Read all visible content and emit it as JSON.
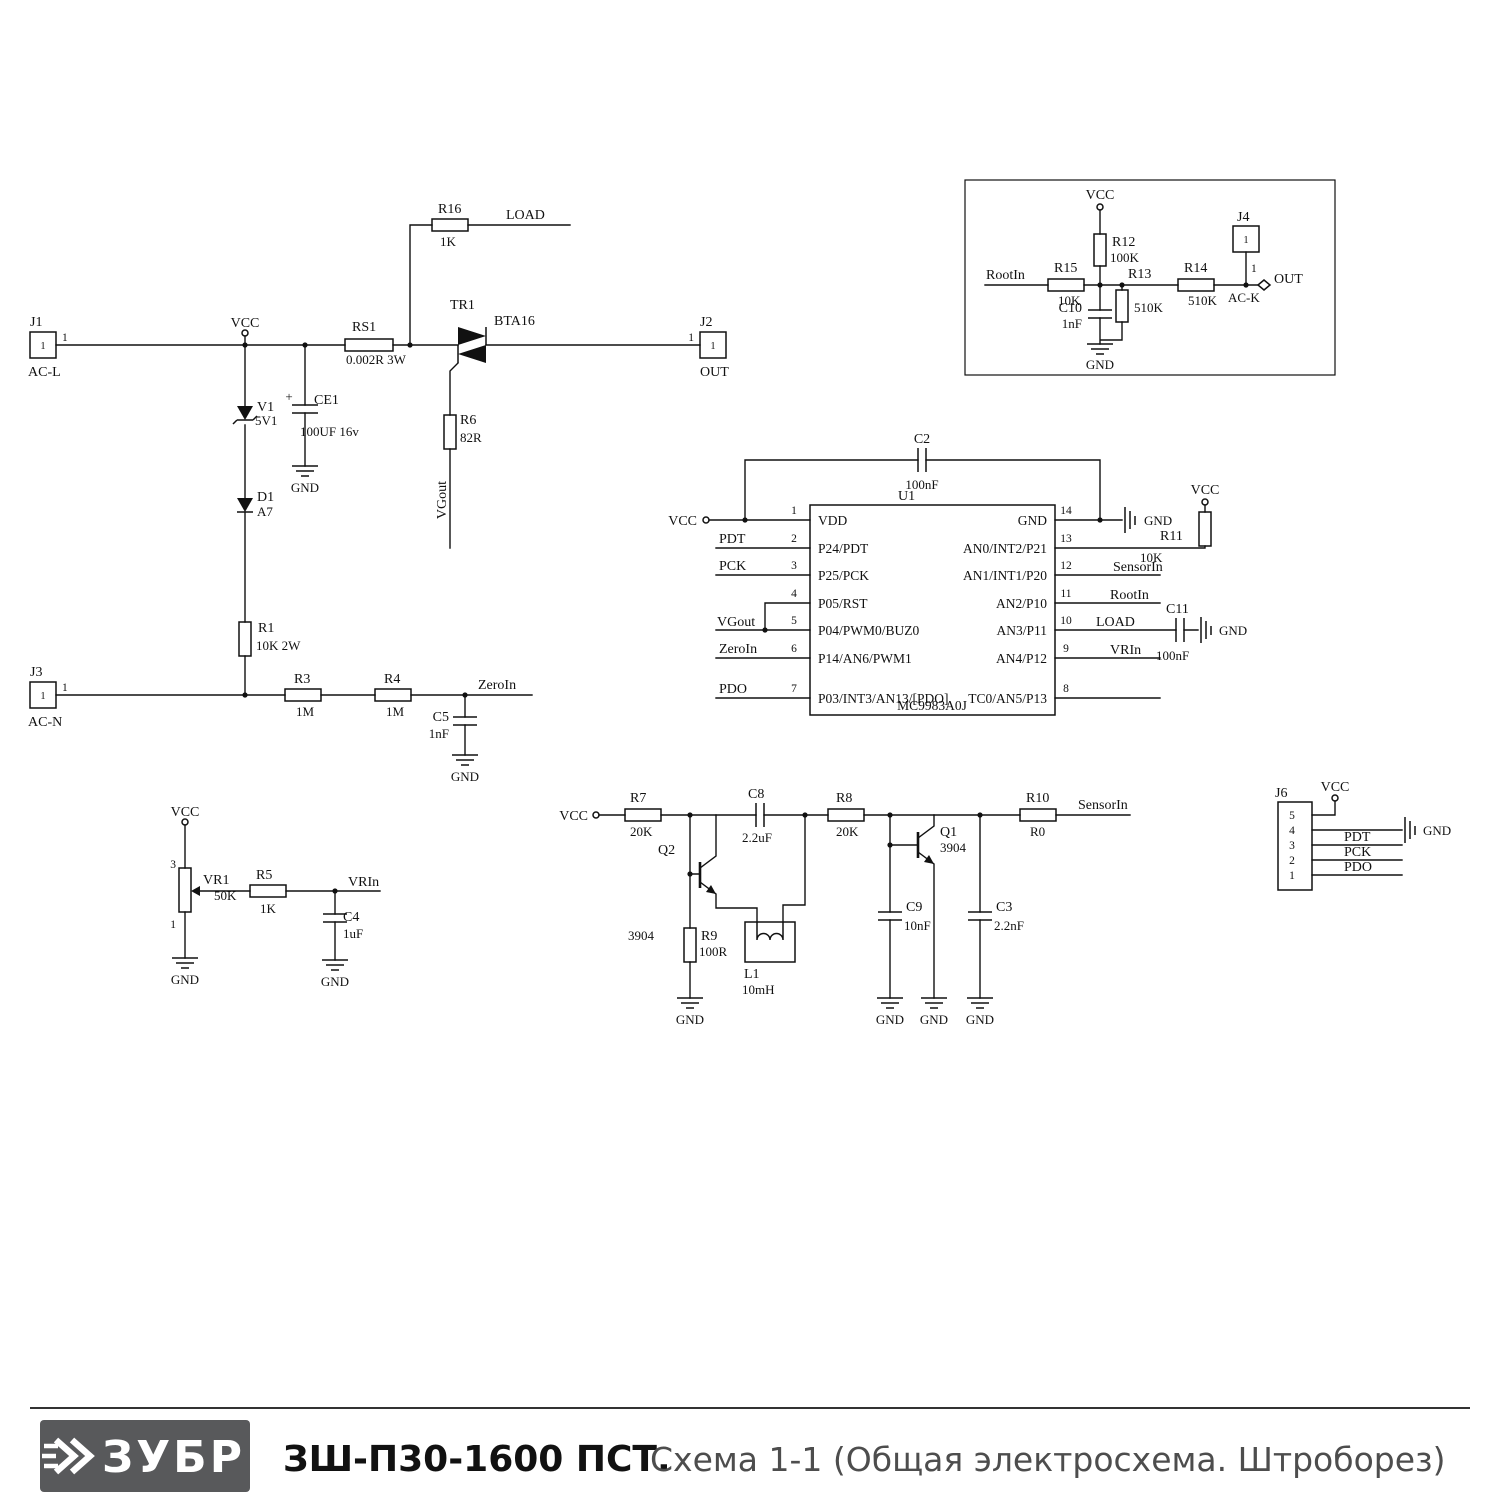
{
  "colors": {
    "ink": "#111111",
    "logo_bg": "#58595B",
    "subtitle_gray": "#4d4d4d"
  },
  "footer": {
    "logo": "ЗУБР",
    "model": "ЗШ-П30-1600 ПСТ.",
    "subtitle": "Схема 1-1 (Общая электросхема. Штроборез)"
  },
  "nets": {
    "vcc": "VCC",
    "gnd": "GND",
    "load": "LOAD",
    "vgout": "VGout",
    "zeroin": "ZeroIn",
    "vrin": "VRIn",
    "sensorin": "SensorIn",
    "rootin": "RootIn",
    "pdt": "PDT",
    "pck": "PCK",
    "pdo": "PDO",
    "out": "OUT"
  },
  "connectors": {
    "j1": {
      "ref": "J1",
      "pin": "1",
      "name": "AC-L"
    },
    "j2": {
      "ref": "J2",
      "pin": "1",
      "name": "OUT"
    },
    "j3": {
      "ref": "J3",
      "pin": "1",
      "name": "AC-N"
    },
    "j4": {
      "ref": "J4",
      "pin": "1",
      "name": "AC-K"
    },
    "j6": {
      "ref": "J6",
      "pins": [
        "5",
        "4",
        "3",
        "2",
        "1"
      ]
    }
  },
  "components": {
    "rs1": {
      "ref": "RS1",
      "value": "0.002R 3W"
    },
    "r1": {
      "ref": "R1",
      "value": "10K 2W"
    },
    "r3": {
      "ref": "R3",
      "value": "1M"
    },
    "r4": {
      "ref": "R4",
      "value": "1M"
    },
    "r5": {
      "ref": "R5",
      "value": "1K"
    },
    "r6": {
      "ref": "R6",
      "value": "82R"
    },
    "r7": {
      "ref": "R7",
      "value": "20K"
    },
    "r8": {
      "ref": "R8",
      "value": "20K"
    },
    "r9": {
      "ref": "R9",
      "value": "100R"
    },
    "r10": {
      "ref": "R10",
      "value": "R0"
    },
    "r11": {
      "ref": "R11",
      "value": "10K"
    },
    "r12": {
      "ref": "R12",
      "value": "100K"
    },
    "r13": {
      "ref": "R13",
      "value": "510K"
    },
    "r14": {
      "ref": "R14",
      "value": "510K"
    },
    "r15": {
      "ref": "R15",
      "value": "10K"
    },
    "r16": {
      "ref": "R16",
      "value": "1K"
    },
    "c2": {
      "ref": "C2",
      "value": "100nF"
    },
    "c3": {
      "ref": "C3",
      "value": "2.2nF"
    },
    "c4": {
      "ref": "C4",
      "value": "1uF"
    },
    "c5": {
      "ref": "C5",
      "value": "1nF"
    },
    "c8": {
      "ref": "C8",
      "value": "2.2uF"
    },
    "c9": {
      "ref": "C9",
      "value": "10nF"
    },
    "c10": {
      "ref": "C10",
      "value": "1nF"
    },
    "c11": {
      "ref": "C11",
      "value": "100nF"
    },
    "ce1": {
      "ref": "CE1",
      "plus": "+",
      "value": "100UF 16v"
    },
    "v1": {
      "ref": "V1",
      "value": "5V1"
    },
    "d1": {
      "ref": "D1",
      "value": "A7"
    },
    "tr1": {
      "ref": "TR1",
      "value": "BTA16"
    },
    "q1": {
      "ref": "Q1",
      "value": "3904"
    },
    "q2": {
      "ref": "Q2",
      "value": "3904"
    },
    "vr1": {
      "ref": "VR1",
      "value": "50K",
      "pin_top": "3",
      "pin_bottom": "1"
    },
    "l1": {
      "ref": "L1",
      "value": "10mH"
    }
  },
  "u1": {
    "ref": "U1",
    "part": "MC9983A0J",
    "left_pins": [
      {
        "num": "1",
        "name": "VDD"
      },
      {
        "num": "2",
        "name": "P24/PDT"
      },
      {
        "num": "3",
        "name": "P25/PCK"
      },
      {
        "num": "4",
        "name": "P05/RST"
      },
      {
        "num": "5",
        "name": "P04/PWM0/BUZ0"
      },
      {
        "num": "6",
        "name": "P14/AN6/PWM1"
      },
      {
        "num": "7",
        "name": "P03/INT3/AN13/[PDO]"
      }
    ],
    "right_pins": [
      {
        "num": "14",
        "name": "GND"
      },
      {
        "num": "13",
        "name": "AN0/INT2/P21"
      },
      {
        "num": "12",
        "name": "AN1/INT1/P20"
      },
      {
        "num": "11",
        "name": "AN2/P10"
      },
      {
        "num": "10",
        "name": "AN3/P11"
      },
      {
        "num": "9",
        "name": "AN4/P12"
      },
      {
        "num": "8",
        "name": "TC0/AN5/P13"
      }
    ]
  }
}
